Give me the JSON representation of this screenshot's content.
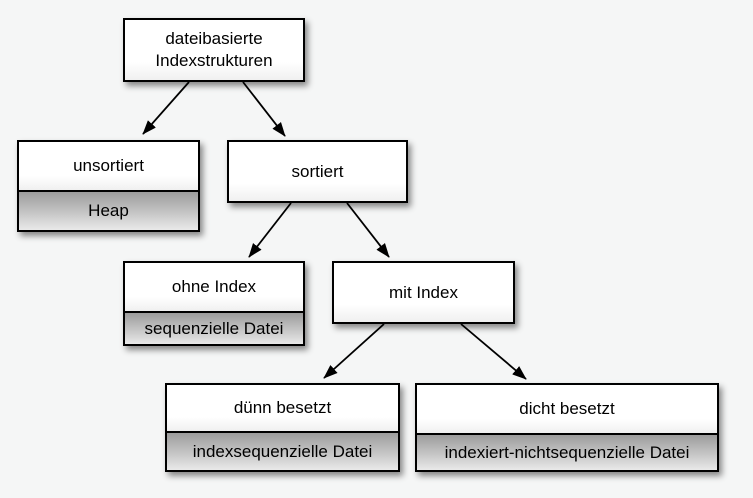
{
  "diagram": {
    "language": "de",
    "type": "tree",
    "background_color": "#f5f6f6"
  },
  "colors": {
    "box_fill": "#ffffff",
    "box_border": "#000000",
    "sublabel_gradient_top": "#9c9c9c",
    "sublabel_gradient_bottom": "#e9e9e9",
    "arrow": "#000000",
    "text": "#000000",
    "background": "#f5f6f6"
  },
  "nodes": {
    "root": {
      "label": "dateibasierte\nIndexstrukturen"
    },
    "unsorted": {
      "label": "unsortiert",
      "sublabel": "Heap"
    },
    "sorted": {
      "label": "sortiert"
    },
    "no_index": {
      "label": "ohne Index",
      "sublabel": "sequenzielle Datei"
    },
    "with_index": {
      "label": "mit Index"
    },
    "sparse": {
      "label": "dünn besetzt",
      "sublabel": "indexsequenzielle Datei"
    },
    "dense": {
      "label": "dicht besetzt",
      "sublabel": "indexiert-nichtsequenzielle Datei"
    }
  },
  "edges": [
    {
      "from": "root",
      "to": "unsorted"
    },
    {
      "from": "root",
      "to": "sorted"
    },
    {
      "from": "sorted",
      "to": "no_index"
    },
    {
      "from": "sorted",
      "to": "with_index"
    },
    {
      "from": "with_index",
      "to": "sparse"
    },
    {
      "from": "with_index",
      "to": "dense"
    }
  ]
}
